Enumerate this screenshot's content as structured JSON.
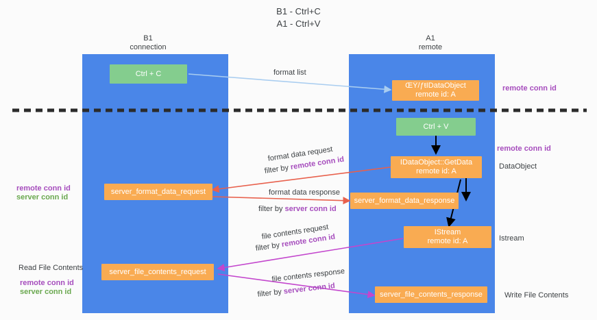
{
  "title": {
    "line1": "B1 - Ctrl+C",
    "line2": "A1 - Ctrl+V"
  },
  "columns": [
    {
      "name": "B1",
      "sub": "connection"
    },
    {
      "name": "A1",
      "sub": "remote"
    }
  ],
  "boxes": {
    "ctrl_c": "Ctrl + C",
    "ctrl_v": "Ctrl + V",
    "idataobject_l1": "ŒŸ/ƒŧIDataObject",
    "idataobject_l2": "remote id: A",
    "getdata_l1": "IDataObject::GetData",
    "getdata_l2": "remote id: A",
    "istream_l1": "IStream",
    "istream_l2": "remote id: A",
    "server_format_data_request": "server_format_data_request",
    "server_format_data_response": "server_format_data_response",
    "server_file_contents_request": "server_file_contents_request",
    "server_file_contents_response": "server_file_contents_response"
  },
  "edge_labels": {
    "format_list": "format list",
    "format_data_request": "format data request",
    "filter_by_prefix": "filter by ",
    "remote_conn_id": "remote conn id",
    "server_conn_id": "server conn id",
    "format_data_response": "format data response",
    "file_contents_request": "file contents request",
    "file_contents_response": "file contents response"
  },
  "side_labels": {
    "right_remote_conn_top": "remote conn id",
    "right_remote_conn_mid": "remote conn id",
    "right_dataobject": "DataObject",
    "right_istream": "Istream",
    "right_write_file_contents": "Write File Contents",
    "left_remote_conn_id": "remote conn id",
    "left_server_conn_id": "server conn id",
    "left_read_file_contents": "Read File Contents",
    "left_remote_conn_id_2": "remote conn id",
    "left_server_conn_id_2": "server conn id"
  },
  "colors": {
    "column_blue": "#4a86e8",
    "box_green": "#84cd8e",
    "box_orange": "#f9ab52",
    "arrow_light_blue": "#a9cdf0",
    "arrow_red": "#e8604c",
    "arrow_magenta": "#c346cd",
    "arrow_black": "#000000",
    "purple_text": "#a64dbd",
    "green_text": "#6aa84f",
    "divider": "#2b2b2b"
  }
}
